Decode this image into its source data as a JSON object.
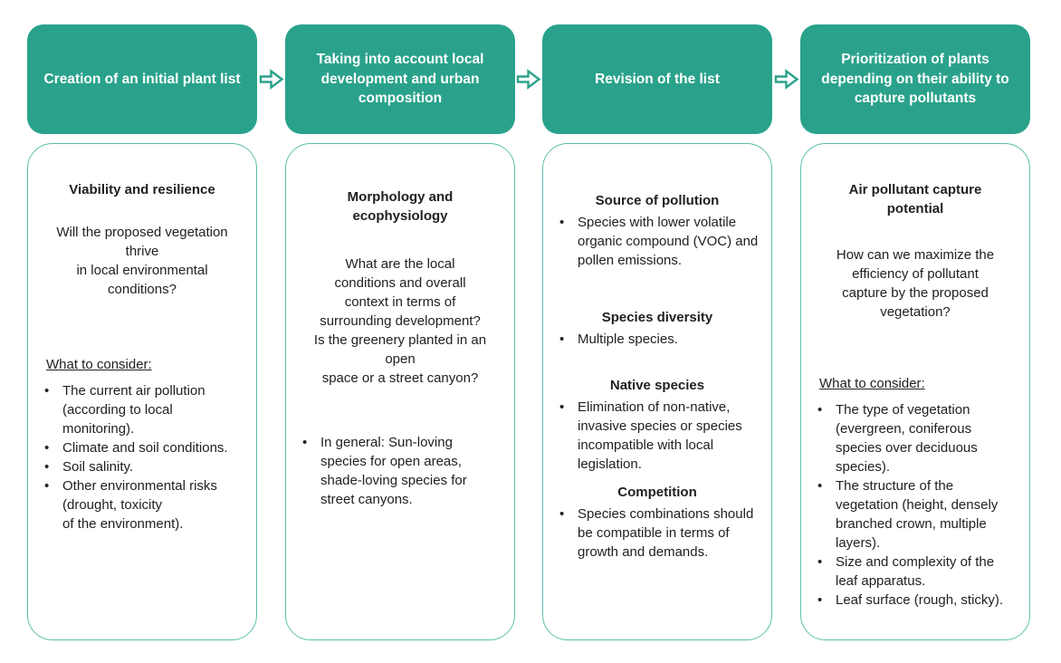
{
  "colors": {
    "accent": "#2AA28B",
    "header_text": "#FFFFFF",
    "body_border": "#5BBFAD",
    "text": "#212121"
  },
  "icons": {
    "arrow": "right-block-arrow"
  },
  "columns": [
    {
      "header": "Creation of an initial plant list",
      "body": {
        "title": "Viability and resilience",
        "question": "Will the proposed vegetation\nthrive\nin local environmental\nconditions?",
        "consider_label": "What to consider:",
        "bullets": [
          "The current air pollution (according to local monitoring).",
          "Climate and soil conditions.",
          "Soil salinity.",
          "Other environmental risks (drought, toxicity\nof the environment)."
        ]
      }
    },
    {
      "header": "Taking into account local development and urban composition",
      "body": {
        "title": "Morphology and\necophysiology",
        "question": "What are the local\nconditions and overall\ncontext in terms of\nsurrounding development?\nIs the greenery planted in an\nopen\nspace or a street canyon?",
        "bullets": [
          "In general: Sun-loving species for open areas, shade-loving species for street canyons."
        ]
      }
    },
    {
      "header": "Revision of the list",
      "body": {
        "groups": [
          {
            "title": "Source of pollution",
            "bullets": [
              "Species with lower volatile organic compound (VOC) and pollen emissions."
            ]
          },
          {
            "title": "Species diversity",
            "bullets": [
              "Multiple species."
            ]
          },
          {
            "title": "Native species",
            "bullets": [
              "Elimination of non-native, invasive species or species incompatible with local legislation."
            ]
          },
          {
            "title": "Competition",
            "bullets": [
              "Species combinations should be compatible in terms of growth and demands."
            ]
          }
        ]
      }
    },
    {
      "header": "Prioritization of plants depending on their ability to capture pollutants",
      "body": {
        "title": "Air pollutant capture\npotential",
        "question": "How can we maximize the\nefficiency of pollutant\ncapture by the proposed\nvegetation?",
        "consider_label": "What to consider:",
        "bullets": [
          "The type of vegetation (evergreen, coniferous species over deciduous species).",
          "The structure of the vegetation (height, densely branched crown, multiple layers).",
          "Size and complexity of the leaf apparatus.",
          "Leaf surface (rough, sticky)."
        ]
      }
    }
  ]
}
